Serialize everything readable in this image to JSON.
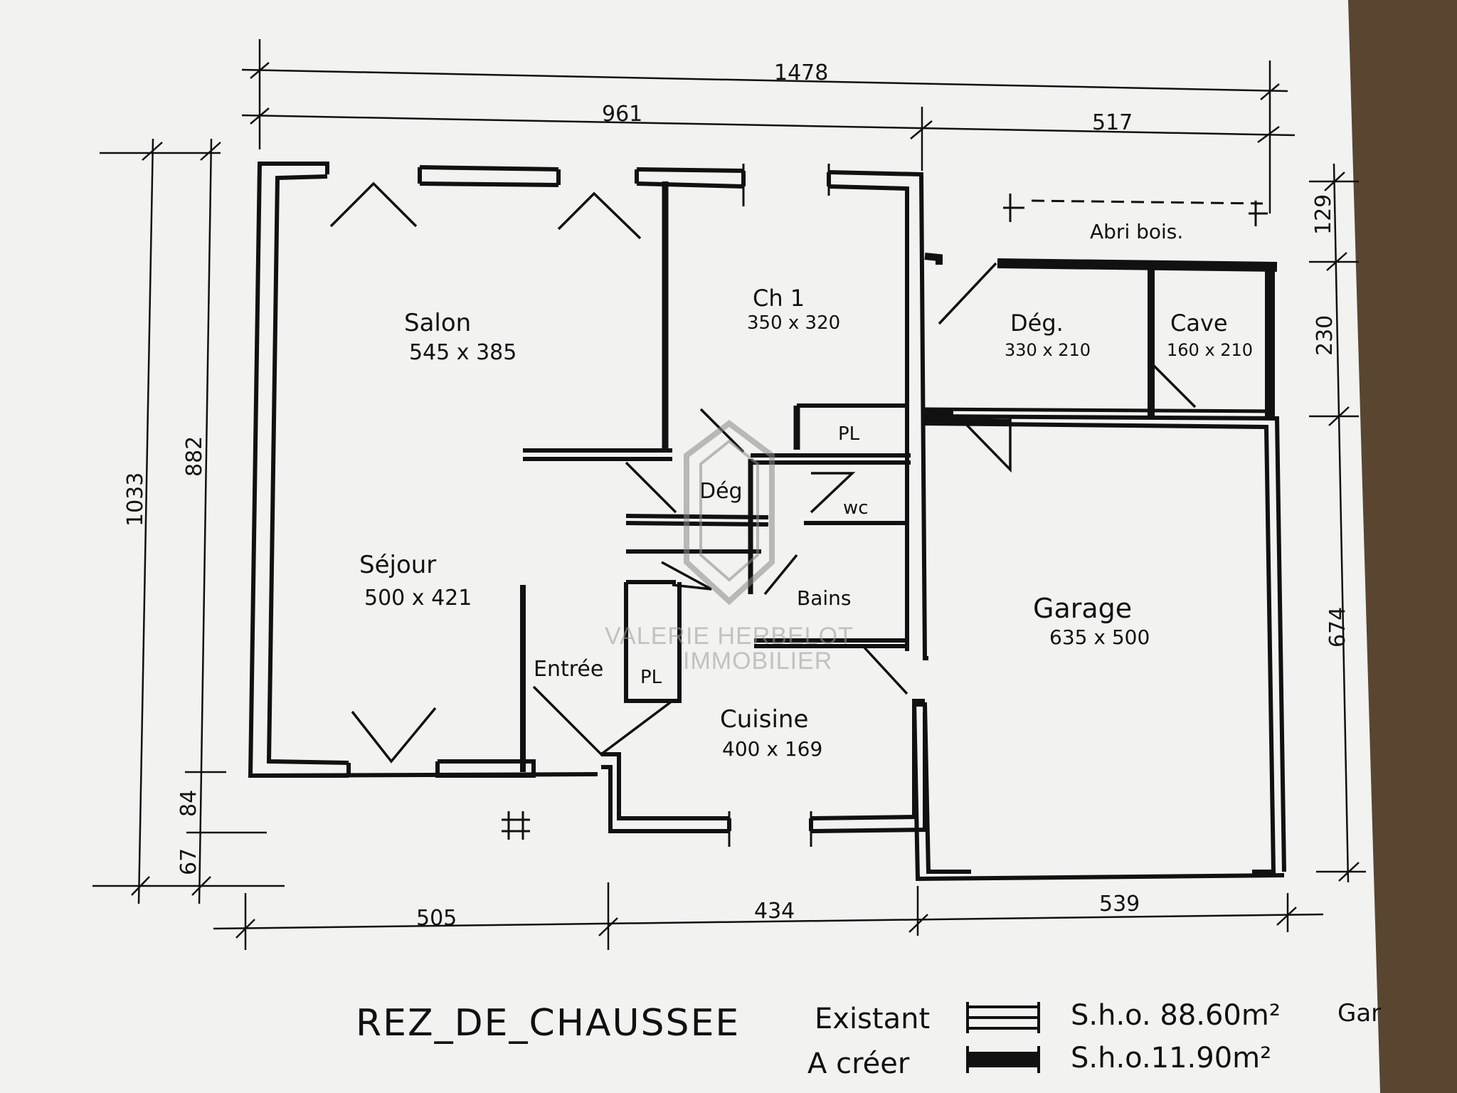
{
  "dimensions": {
    "total_width": "1478",
    "left_width": "961",
    "right_width": "517",
    "total_height": "1033",
    "main_height": "882",
    "offset_top_right": "129",
    "cave_height": "230",
    "garage_height": "674",
    "offset_84": "84",
    "offset_67": "67",
    "bottom_left": "505",
    "bottom_mid": "434",
    "bottom_right": "539"
  },
  "rooms": {
    "salon": {
      "name": "Salon",
      "size": "545 x 385"
    },
    "sejour": {
      "name": "Séjour",
      "size": "500 x 421"
    },
    "ch1": {
      "name": "Ch 1",
      "size": "350 x 320"
    },
    "deg_top": {
      "name": "Dég.",
      "size": "330 x 210"
    },
    "cave": {
      "name": "Cave",
      "size": "160 x 210"
    },
    "garage": {
      "name": "Garage",
      "size": "635 x 500"
    },
    "cuisine": {
      "name": "Cuisine",
      "size": "400 x 169"
    },
    "deg_center": {
      "name": "Dég"
    },
    "wc": {
      "name": "wc"
    },
    "bains": {
      "name": "Bains"
    },
    "pl_top": {
      "name": "PL"
    },
    "pl_entry": {
      "name": "PL"
    },
    "entree": {
      "name": "Entrée"
    },
    "abri_bois": {
      "name": "Abri bois."
    }
  },
  "title": "REZ_DE_CHAUSSEE",
  "legend": {
    "existant_label": "Existant",
    "existant_sho": "S.h.o. 88.60m²",
    "a_creer_label": "A créer",
    "a_creer_sho": "S.h.o.11.90m²",
    "cut_text": "Gar"
  },
  "watermark": {
    "name": "VALERIE HERBELOT",
    "sub": "IMMOBILIER"
  }
}
